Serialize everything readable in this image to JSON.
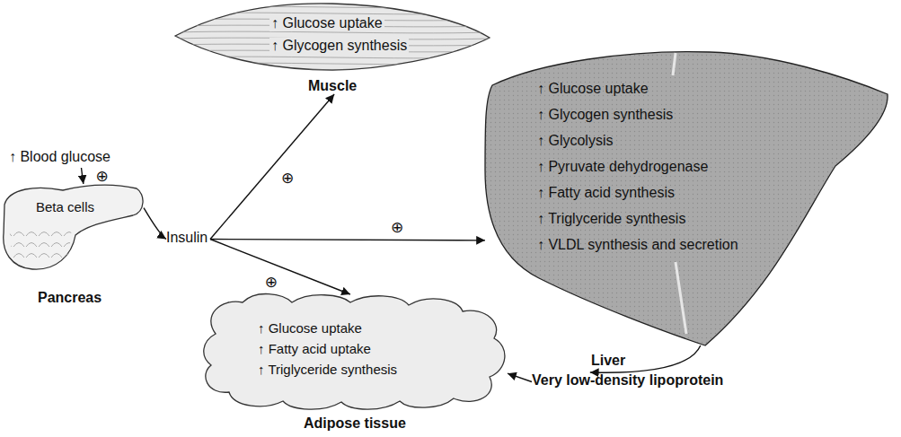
{
  "diagram": {
    "nodes": [
      {
        "text": [
          "↑ Glucose uptake",
          "↑ Glycogen synthesis",
          "Muscle"
        ]
      },
      {
        "text": [
          "↑ Glucose uptake",
          "↑ Glycogen synthesis",
          "↑ Glycolysis",
          "↑ Pyruvate dehydrogenase",
          "↑ Fatty acid synthesis",
          "↑ Triglyceride synthesis",
          "↑ VLDL synthesis and secretion",
          "Liver"
        ]
      },
      {
        "text": [
          "↑ Blood glucose"
        ]
      },
      {
        "text": [
          "Beta cells",
          "Pancreas"
        ]
      },
      {
        "text": [
          "Insulin"
        ]
      },
      {
        "text": [
          "↑ Glucose uptake",
          "↑ Fatty acid uptake",
          "↑ Triglyceride synthesis",
          "Adipose tissue"
        ]
      },
      {
        "text": [
          "Very low-density lipoprotein"
        ]
      }
    ],
    "edges": [
      {
        "from": 2,
        "to": 3,
        "label": "⊕",
        "arrow": "to"
      },
      {
        "from": 3,
        "to": 4,
        "arrow": "to"
      },
      {
        "from": 4,
        "to": 0,
        "label": "⊕",
        "arrow": "to"
      },
      {
        "from": 4,
        "to": 1,
        "label": "⊕",
        "arrow": "to"
      },
      {
        "from": 4,
        "to": 5,
        "label": "⊕",
        "arrow": "to"
      },
      {
        "from": 1,
        "to": 6,
        "arrow": "to"
      },
      {
        "from": 6,
        "to": 5,
        "arrow": "to"
      }
    ]
  }
}
